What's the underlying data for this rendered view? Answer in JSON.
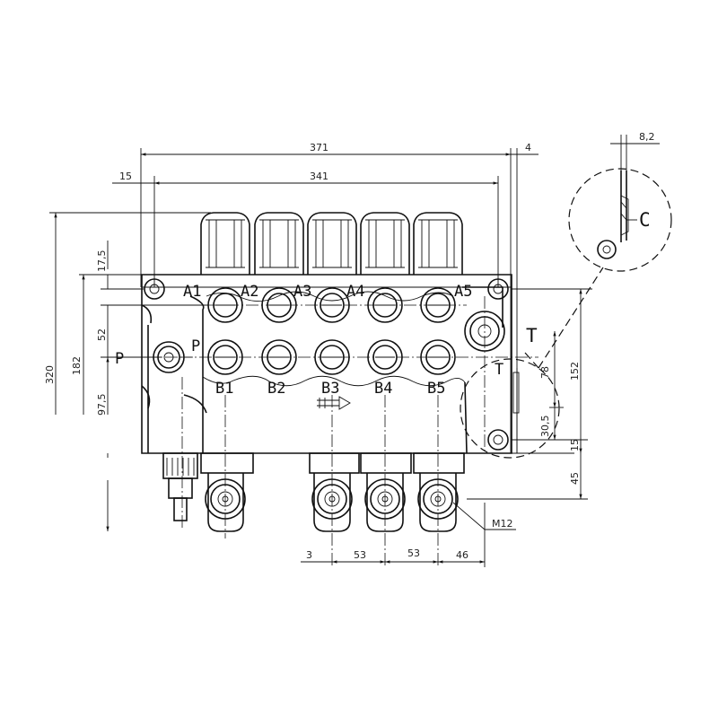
{
  "dimensions": {
    "total_width": "371",
    "body_width": "341",
    "left_offset": "15",
    "right_offset": "4",
    "detail_gap": "8,2",
    "overall_height": "320",
    "height_182": "182",
    "height_97": "97,5",
    "height_52": "52",
    "height_17": "17,5",
    "right_152": "152",
    "right_78": "78",
    "right_30": "30,5",
    "right_15": "15",
    "right_45": "45",
    "pitch_cut": "3",
    "pitch_1": "53",
    "pitch_2": "53",
    "bottom_46": "46",
    "thread": "M12"
  },
  "ports": {
    "a": [
      "A1",
      "A2",
      "A3",
      "A4",
      "A5"
    ],
    "b": [
      "B1",
      "B2",
      "B3",
      "B4",
      "B5"
    ],
    "pressure_outer": "P",
    "pressure_inner": "P",
    "tank_outer": "T",
    "tank_inner": "T"
  },
  "detail_label": "C"
}
